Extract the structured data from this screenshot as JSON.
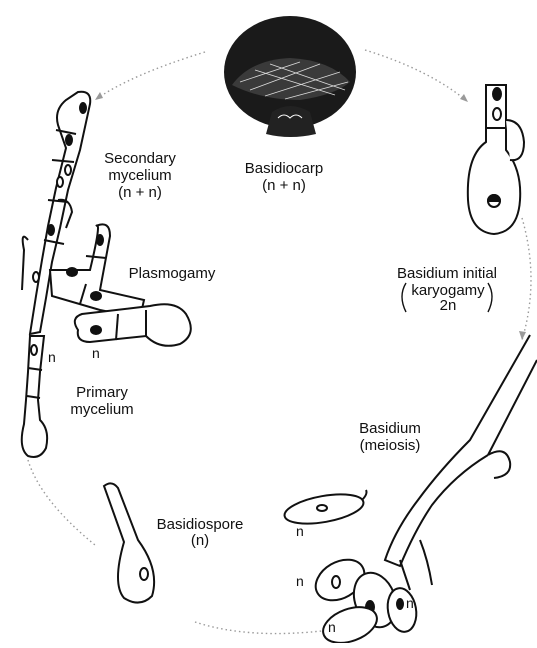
{
  "labels": {
    "basidiocarp": "Basidiocarp",
    "basidiocarp_ploidy": "(n + n)",
    "basidium_initial": "Basidium initial",
    "karyogamy": "karyogamy",
    "two_n": "2n",
    "basidium": "Basidium",
    "meiosis": "(meiosis)",
    "basidiospore": "Basidiospore",
    "basidiospore_ploidy": "(n)",
    "primary_mycelium_1": "Primary",
    "primary_mycelium_2": "mycelium",
    "plasmogamy": "Plasmogamy",
    "secondary_mycelium_1": "Secondary",
    "secondary_mycelium_2": "mycelium",
    "secondary_mycelium_ploidy": "(n + n)",
    "n": "n"
  },
  "colors": {
    "ink": "#111111",
    "cycle_dots": "#9a9a9a"
  }
}
